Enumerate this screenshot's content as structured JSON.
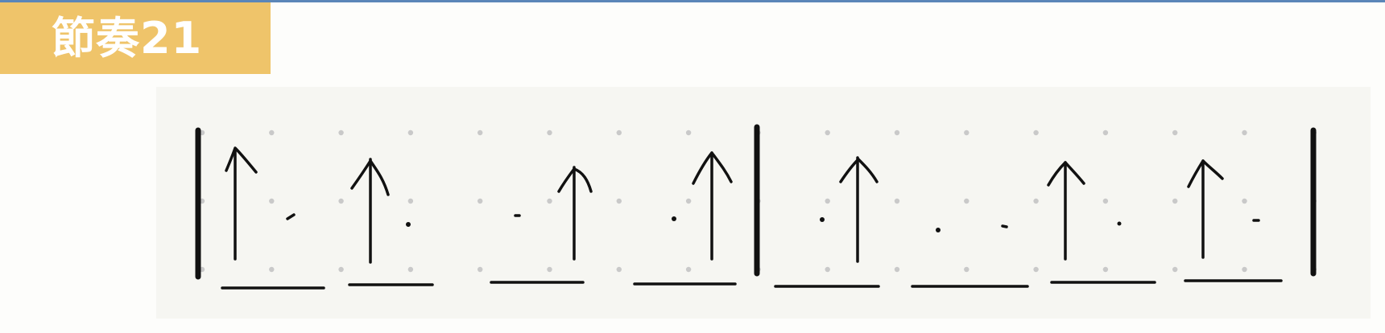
{
  "title": {
    "text": "節奏21",
    "banner_color": "#efc46a",
    "text_color": "#ffffff"
  },
  "notation": {
    "ink_color": "#111111",
    "dot_color": "#c9c9c9",
    "measures": [
      {
        "beats": [
          {
            "subdivisions": [
              "up-strum",
              "rest",
              "rest",
              "dot"
            ]
          },
          {
            "subdivisions": [
              "rest",
              "up-strum",
              "rest",
              "dot"
            ]
          },
          {
            "subdivisions": [
              "dot",
              "rest",
              "up-strum",
              "rest"
            ]
          },
          {
            "subdivisions": [
              "rest",
              "dot",
              "up-strum",
              "rest"
            ]
          }
        ]
      },
      {
        "beats": [
          {
            "subdivisions": [
              "rest",
              "dot",
              "up-strum",
              "rest"
            ]
          },
          {
            "subdivisions": [
              "dot",
              "rest",
              "rest",
              "dot"
            ]
          },
          {
            "subdivisions": [
              "rest",
              "up-strum",
              "rest",
              "dot"
            ]
          },
          {
            "subdivisions": [
              "rest",
              "up-strum",
              "rest",
              "dot"
            ]
          }
        ]
      }
    ]
  }
}
